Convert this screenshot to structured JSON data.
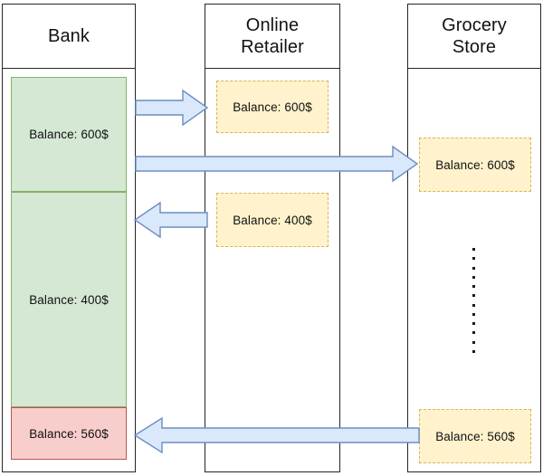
{
  "diagram": {
    "title_bank": "Bank",
    "title_online_retailer_line1": "Online",
    "title_online_retailer_line2": "Retailer",
    "title_grocery_store_line1": "Grocery",
    "title_grocery_store_line2": "Store",
    "colors": {
      "green_fill": "#d5e8d4",
      "green_stroke": "#82b366",
      "red_fill": "#f8cecc",
      "red_stroke": "#b85450",
      "yellow_fill": "#fff2cc",
      "yellow_stroke": "#d6b656",
      "arrow_fill": "#dae8fc",
      "arrow_stroke": "#6c8ebf",
      "lane_stroke": "#262626"
    }
  },
  "lanes": [
    {
      "id": "bank",
      "label": "Bank"
    },
    {
      "id": "online-retailer",
      "label": "Online Retailer"
    },
    {
      "id": "grocery-store",
      "label": "Grocery Store"
    }
  ],
  "bank_boxes": [
    {
      "id": "bank-balance-600",
      "label": "Balance: 600$",
      "style": "green"
    },
    {
      "id": "bank-balance-400",
      "label": "Balance: 400$",
      "style": "green"
    },
    {
      "id": "bank-balance-560",
      "label": "Balance: 560$",
      "style": "red"
    }
  ],
  "retailer_boxes": [
    {
      "id": "retailer-balance-600",
      "label": "Balance: 600$",
      "style": "yellow"
    },
    {
      "id": "retailer-balance-400",
      "label": "Balance: 400$",
      "style": "yellow"
    }
  ],
  "grocery_boxes": [
    {
      "id": "grocery-balance-600",
      "label": "Balance: 600$",
      "style": "yellow"
    },
    {
      "id": "grocery-balance-560",
      "label": "Balance: 560$",
      "style": "yellow"
    }
  ],
  "arrows": [
    {
      "id": "bank-to-retailer-600",
      "direction": "right",
      "from": "bank",
      "to": "online-retailer"
    },
    {
      "id": "bank-to-grocery-600",
      "direction": "right",
      "from": "bank",
      "to": "grocery-store"
    },
    {
      "id": "retailer-to-bank-400",
      "direction": "left",
      "from": "online-retailer",
      "to": "bank"
    },
    {
      "id": "grocery-to-bank-560",
      "direction": "left",
      "from": "grocery-store",
      "to": "bank"
    }
  ],
  "ellipsis": {
    "id": "grocery-vertical-ellipsis",
    "dot_count": 12
  }
}
